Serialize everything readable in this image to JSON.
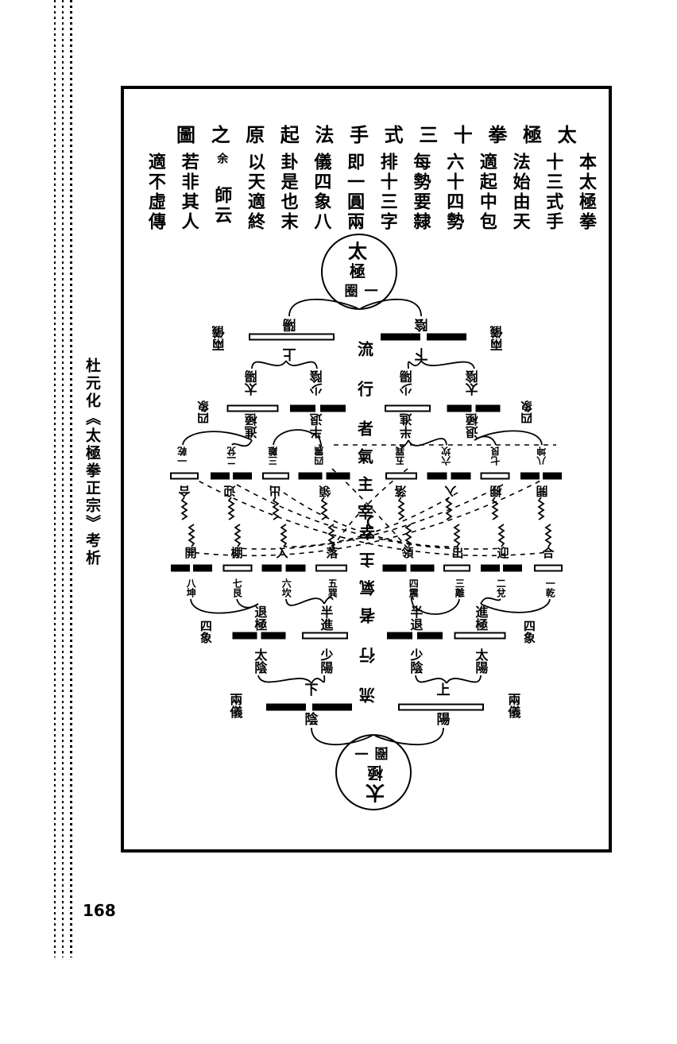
{
  "page": {
    "title": "太極拳十三式手法起原之圖",
    "body_columns": [
      "本太極拳",
      "十三式手",
      "法始由天",
      "適起中包",
      "六十四勢",
      "每勢要隸",
      "排十三字",
      "即一圓兩",
      "儀四象八",
      "卦是也末",
      "以天適終",
      "余",
      "師云",
      "若非其人",
      "適不虛傳"
    ],
    "side_caption": "杜元化《太極拳正宗》考析",
    "page_number": "168"
  },
  "diagram": {
    "center_text": [
      "流",
      "行",
      "者",
      "氣",
      "主",
      "宰"
    ],
    "circle_label": {
      "top": "太",
      "middle": "極",
      "bottom_left": "圈",
      "bottom_right": "一"
    },
    "side_labels": {
      "four": "四象",
      "two": "兩儀"
    },
    "eight": [
      {
        "top": "開",
        "bottom": "八坤",
        "type": "yin"
      },
      {
        "top": "棚",
        "bottom": "七艮",
        "type": "yang"
      },
      {
        "top": "入",
        "bottom": "六坎",
        "type": "yin"
      },
      {
        "top": "落",
        "bottom": "五巽",
        "type": "yang"
      },
      {
        "top": "領",
        "bottom": "四震",
        "type": "yin"
      },
      {
        "top": "出",
        "bottom": "三離",
        "type": "yang"
      },
      {
        "top": "迎",
        "bottom": "二兌",
        "type": "yin"
      },
      {
        "top": "合",
        "bottom": "一乾",
        "type": "yang"
      }
    ],
    "four": [
      {
        "top": "退極",
        "bottom": "太陰",
        "type": "yin"
      },
      {
        "top": "半進",
        "bottom": "少陽",
        "type": "yang"
      },
      {
        "top": "半退",
        "bottom": "少陰",
        "type": "yin"
      },
      {
        "top": "進極",
        "bottom": "太陽",
        "type": "yang"
      }
    ],
    "two": [
      {
        "top": "下",
        "bottom": "陰",
        "type": "yin"
      },
      {
        "top": "上",
        "bottom": "陽",
        "type": "yang"
      }
    ]
  }
}
